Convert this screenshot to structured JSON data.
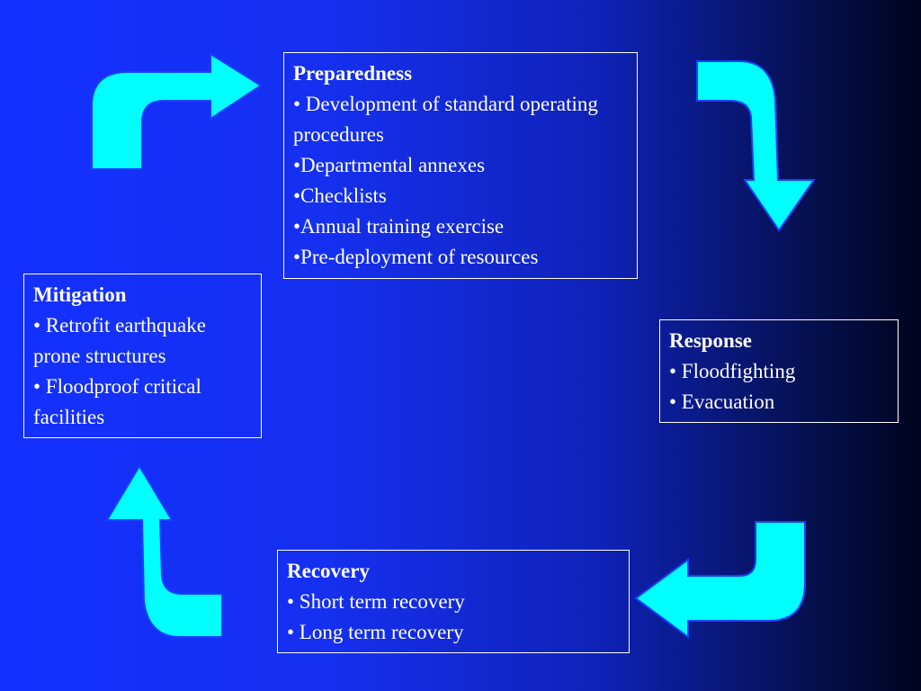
{
  "diagram": {
    "stages": {
      "preparedness": {
        "title": "Preparedness",
        "items": [
          "• Development of standard operating procedures",
          "•Departmental annexes",
          "•Checklists",
          "•Annual training exercise",
          "•Pre-deployment of resources"
        ]
      },
      "mitigation": {
        "title": "Mitigation",
        "items": [
          "• Retrofit earthquake prone structures",
          "• Floodproof critical facilities"
        ]
      },
      "response": {
        "title": "Response",
        "items": [
          "• Floodfighting",
          "• Evacuation"
        ]
      },
      "recovery": {
        "title": "Recovery",
        "items": [
          "• Short term recovery",
          "• Long term recovery"
        ]
      }
    },
    "colors": {
      "arrow": "#00ffff",
      "box_border": "#ffffff",
      "text": "#ffffff"
    }
  }
}
